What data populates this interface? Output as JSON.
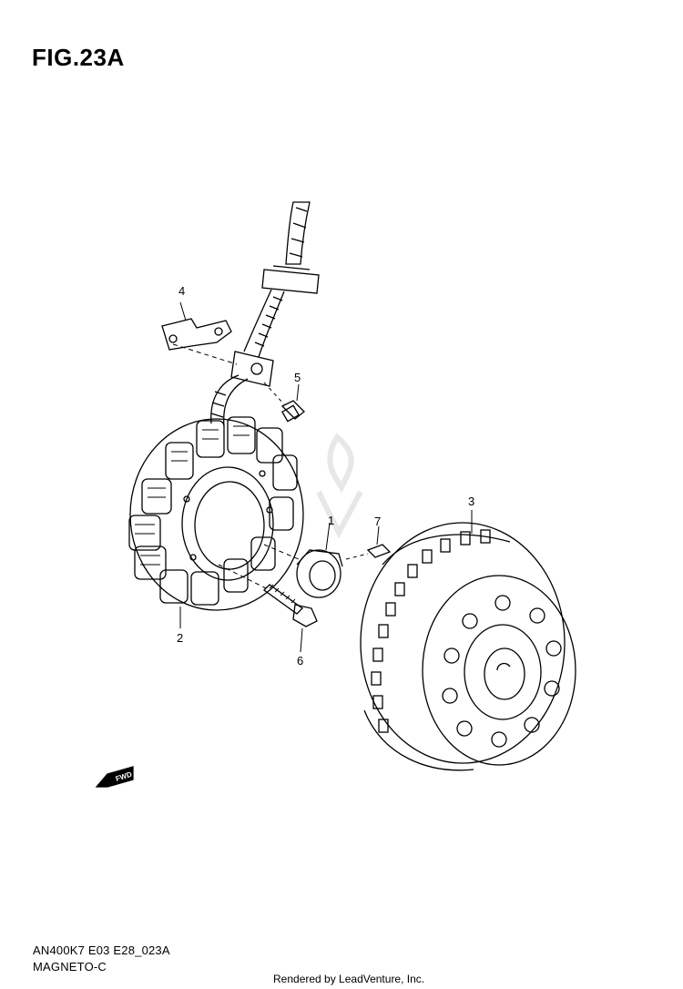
{
  "figure": {
    "title": "FIG.23A"
  },
  "callouts": {
    "p1": "1",
    "p2": "2",
    "p3": "3",
    "p4": "4",
    "p5": "5",
    "p6": "6",
    "p7": "7"
  },
  "fwd_label": "FWD",
  "captions": {
    "code": "AN400K7 E03 E28_023A",
    "name": "MAGNETO-C"
  },
  "credit": "Rendered by LeadVenture, Inc."
}
